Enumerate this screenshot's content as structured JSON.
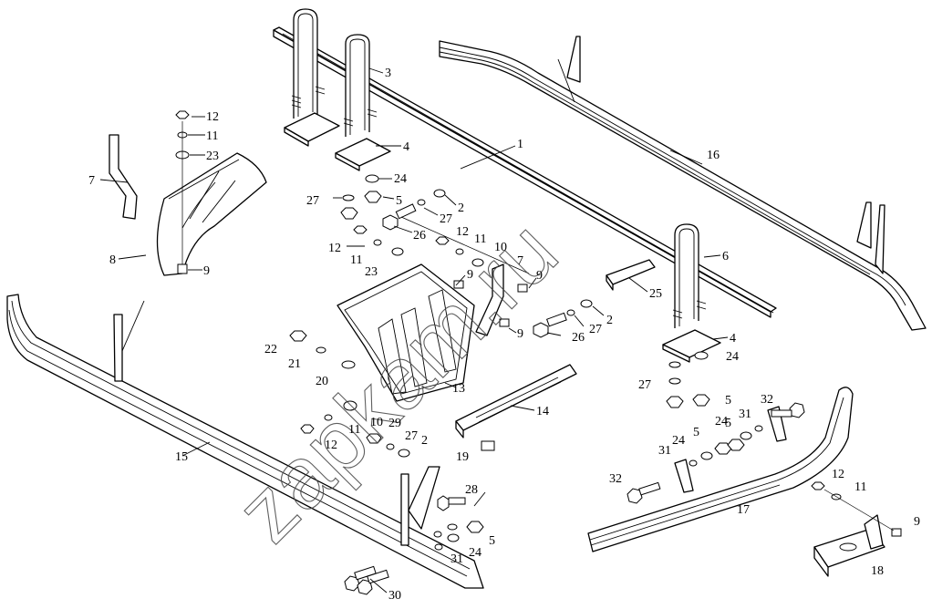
{
  "diagram": {
    "watermark": "zapkam.ru",
    "corner_mark": "",
    "callouts": [
      {
        "id": "c1",
        "text": "1"
      },
      {
        "id": "c2a",
        "text": "2"
      },
      {
        "id": "c2b",
        "text": "2"
      },
      {
        "id": "c2c",
        "text": "2"
      },
      {
        "id": "c3",
        "text": "3"
      },
      {
        "id": "c4a",
        "text": "4"
      },
      {
        "id": "c4b",
        "text": "4"
      },
      {
        "id": "c5a",
        "text": "5"
      },
      {
        "id": "c5b",
        "text": "5"
      },
      {
        "id": "c5c",
        "text": "5"
      },
      {
        "id": "c5d",
        "text": "5"
      },
      {
        "id": "c5e",
        "text": "5"
      },
      {
        "id": "c6",
        "text": "6"
      },
      {
        "id": "c7a",
        "text": "7"
      },
      {
        "id": "c7b",
        "text": "7"
      },
      {
        "id": "c8",
        "text": "8"
      },
      {
        "id": "c9a",
        "text": "9"
      },
      {
        "id": "c9b",
        "text": "9"
      },
      {
        "id": "c9c",
        "text": "9"
      },
      {
        "id": "c9d",
        "text": "9"
      },
      {
        "id": "c9e",
        "text": "9"
      },
      {
        "id": "c10a",
        "text": "10"
      },
      {
        "id": "c10b",
        "text": "10"
      },
      {
        "id": "c11a",
        "text": "11"
      },
      {
        "id": "c11b",
        "text": "11"
      },
      {
        "id": "c11c",
        "text": "11"
      },
      {
        "id": "c11d",
        "text": "11"
      },
      {
        "id": "c11e",
        "text": "11"
      },
      {
        "id": "c12a",
        "text": "12"
      },
      {
        "id": "c12b",
        "text": "12"
      },
      {
        "id": "c12c",
        "text": "12"
      },
      {
        "id": "c12d",
        "text": "12"
      },
      {
        "id": "c12e",
        "text": "12"
      },
      {
        "id": "c13",
        "text": "13"
      },
      {
        "id": "c14",
        "text": "14"
      },
      {
        "id": "c15",
        "text": "15"
      },
      {
        "id": "c16",
        "text": "16"
      },
      {
        "id": "c17",
        "text": "17"
      },
      {
        "id": "c18",
        "text": "18"
      },
      {
        "id": "c19",
        "text": "19"
      },
      {
        "id": "c20",
        "text": "20"
      },
      {
        "id": "c21",
        "text": "21"
      },
      {
        "id": "c22",
        "text": "22"
      },
      {
        "id": "c23a",
        "text": "23"
      },
      {
        "id": "c23b",
        "text": "23"
      },
      {
        "id": "c24a",
        "text": "24"
      },
      {
        "id": "c24b",
        "text": "24"
      },
      {
        "id": "c24c",
        "text": "24"
      },
      {
        "id": "c24d",
        "text": "24"
      },
      {
        "id": "c24e",
        "text": "24"
      },
      {
        "id": "c25",
        "text": "25"
      },
      {
        "id": "c26a",
        "text": "26"
      },
      {
        "id": "c26b",
        "text": "26"
      },
      {
        "id": "c27a",
        "text": "27"
      },
      {
        "id": "c27b",
        "text": "27"
      },
      {
        "id": "c27c",
        "text": "27"
      },
      {
        "id": "c27d",
        "text": "27"
      },
      {
        "id": "c27e",
        "text": "27"
      },
      {
        "id": "c28",
        "text": "28"
      },
      {
        "id": "c29",
        "text": "29"
      },
      {
        "id": "c30",
        "text": "30"
      },
      {
        "id": "c31a",
        "text": "31"
      },
      {
        "id": "c31b",
        "text": "31"
      },
      {
        "id": "c31c",
        "text": "31"
      },
      {
        "id": "c32a",
        "text": "32"
      },
      {
        "id": "c32b",
        "text": "32"
      }
    ]
  }
}
